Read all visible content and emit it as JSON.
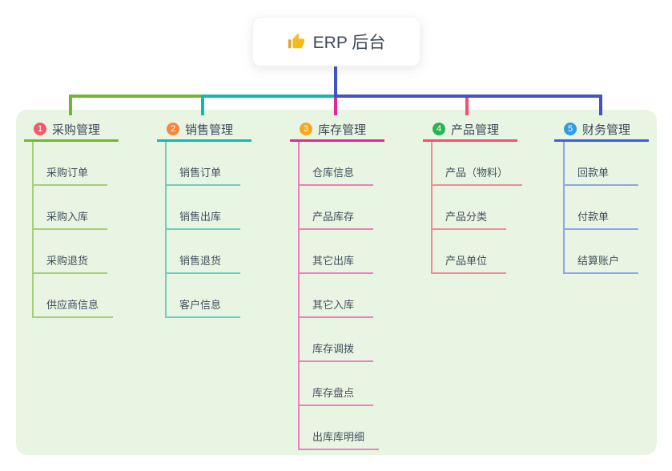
{
  "root": {
    "title": "ERP 后台",
    "icon": "thumbs-up-icon"
  },
  "colors": {
    "canvas_background": "#ffffff",
    "panel_background": "#e8f5e3",
    "root_connector": "#4254c5",
    "label_text": "#3e4a5a",
    "child_text": "#41505e"
  },
  "branches": [
    {
      "index": "1",
      "label": "采购管理",
      "badge_color": "#f4596b",
      "line_color": "#72b532",
      "child_line_color": "#a5cf77",
      "children": [
        "采购订单",
        "采购入库",
        "采购退货",
        "供应商信息"
      ]
    },
    {
      "index": "2",
      "label": "销售管理",
      "badge_color": "#f8853e",
      "line_color": "#14b8ab",
      "child_line_color": "#6fccc1",
      "children": [
        "销售订单",
        "销售出库",
        "销售退货",
        "客户信息"
      ]
    },
    {
      "index": "3",
      "label": "库存管理",
      "badge_color": "#f9a61a",
      "line_color": "#e02a96",
      "child_line_color": "#f07fbd",
      "children": [
        "仓库信息",
        "产品库存",
        "其它出库",
        "其它入库",
        "库存调拨",
        "库存盘点",
        "出库库明细"
      ]
    },
    {
      "index": "4",
      "label": "产品管理",
      "badge_color": "#2cb254",
      "line_color": "#f4516c",
      "child_line_color": "#f48a96",
      "children": [
        "产品（物料）",
        "产品分类",
        "产品单位"
      ]
    },
    {
      "index": "5",
      "label": "财务管理",
      "badge_color": "#2f9ce3",
      "line_color": "#3a5fd7",
      "child_line_color": "#8ba7ee",
      "children": [
        "回款单",
        "付款单",
        "结算账户"
      ]
    }
  ]
}
